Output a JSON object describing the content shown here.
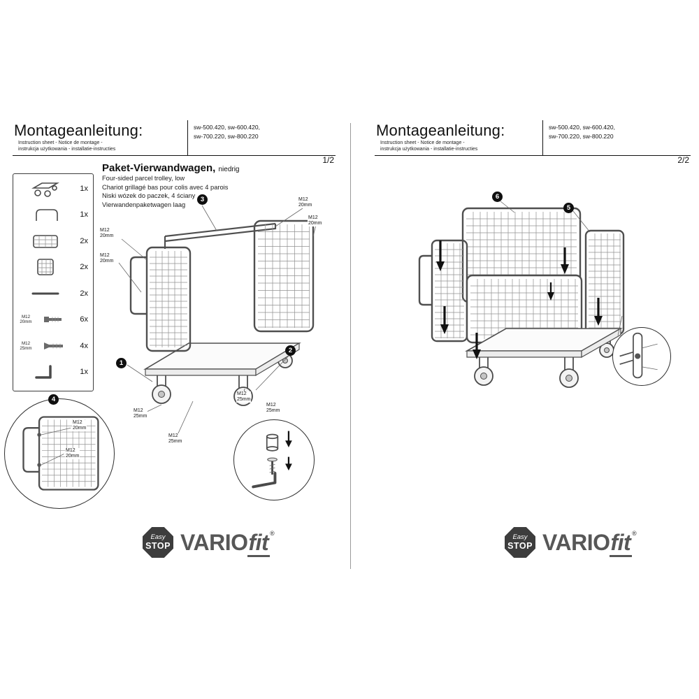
{
  "header": {
    "title": "Montageanleitung:",
    "sub1": "Instruction sheet - Notice de montage -",
    "sub2": "instrukcja użytkowania - installatie-instructies",
    "models1": "sw-500.420, sw-600.420,",
    "models2": "sw-700.220, sw-800.220"
  },
  "pages": [
    {
      "number": "1/2"
    },
    {
      "number": "2/2"
    }
  ],
  "product": {
    "title": "Paket-Vierwandwagen,",
    "title_suffix": "niedrig",
    "line_en": "Four-sided parcel trolley, low",
    "line_fr": "Chariot grillagé bas pour colis avec 4 parois",
    "line_pl": "Niski wózek do paczek, 4 ściany",
    "line_nl": "Vierwandenpaketwagen laag"
  },
  "parts": [
    {
      "name": "platform-dolly",
      "qty": "1x"
    },
    {
      "name": "push-handle",
      "qty": "1x"
    },
    {
      "name": "mesh-wall-wide",
      "qty": "2x"
    },
    {
      "name": "mesh-wall-square",
      "qty": "2x"
    },
    {
      "name": "cross-rod",
      "qty": "2x"
    },
    {
      "name": "bolt",
      "size": "M12",
      "length": "20mm",
      "qty": "6x"
    },
    {
      "name": "bolt-flat",
      "size": "M12",
      "length": "25mm",
      "qty": "4x"
    },
    {
      "name": "allen-key",
      "qty": "1x"
    }
  ],
  "labels": {
    "m12": "M12",
    "mm20": "20mm",
    "mm25": "25mm"
  },
  "callouts": [
    "1",
    "2",
    "3",
    "4",
    "5",
    "6"
  ],
  "footer": {
    "easy": "Easy",
    "stop": "STOP",
    "brand_bold": "VARIO",
    "brand_italic": "fit",
    "registered": "®"
  },
  "colors": {
    "line": "#4f4f4f",
    "mesh": "#919191",
    "logo_gray": "#575757"
  }
}
